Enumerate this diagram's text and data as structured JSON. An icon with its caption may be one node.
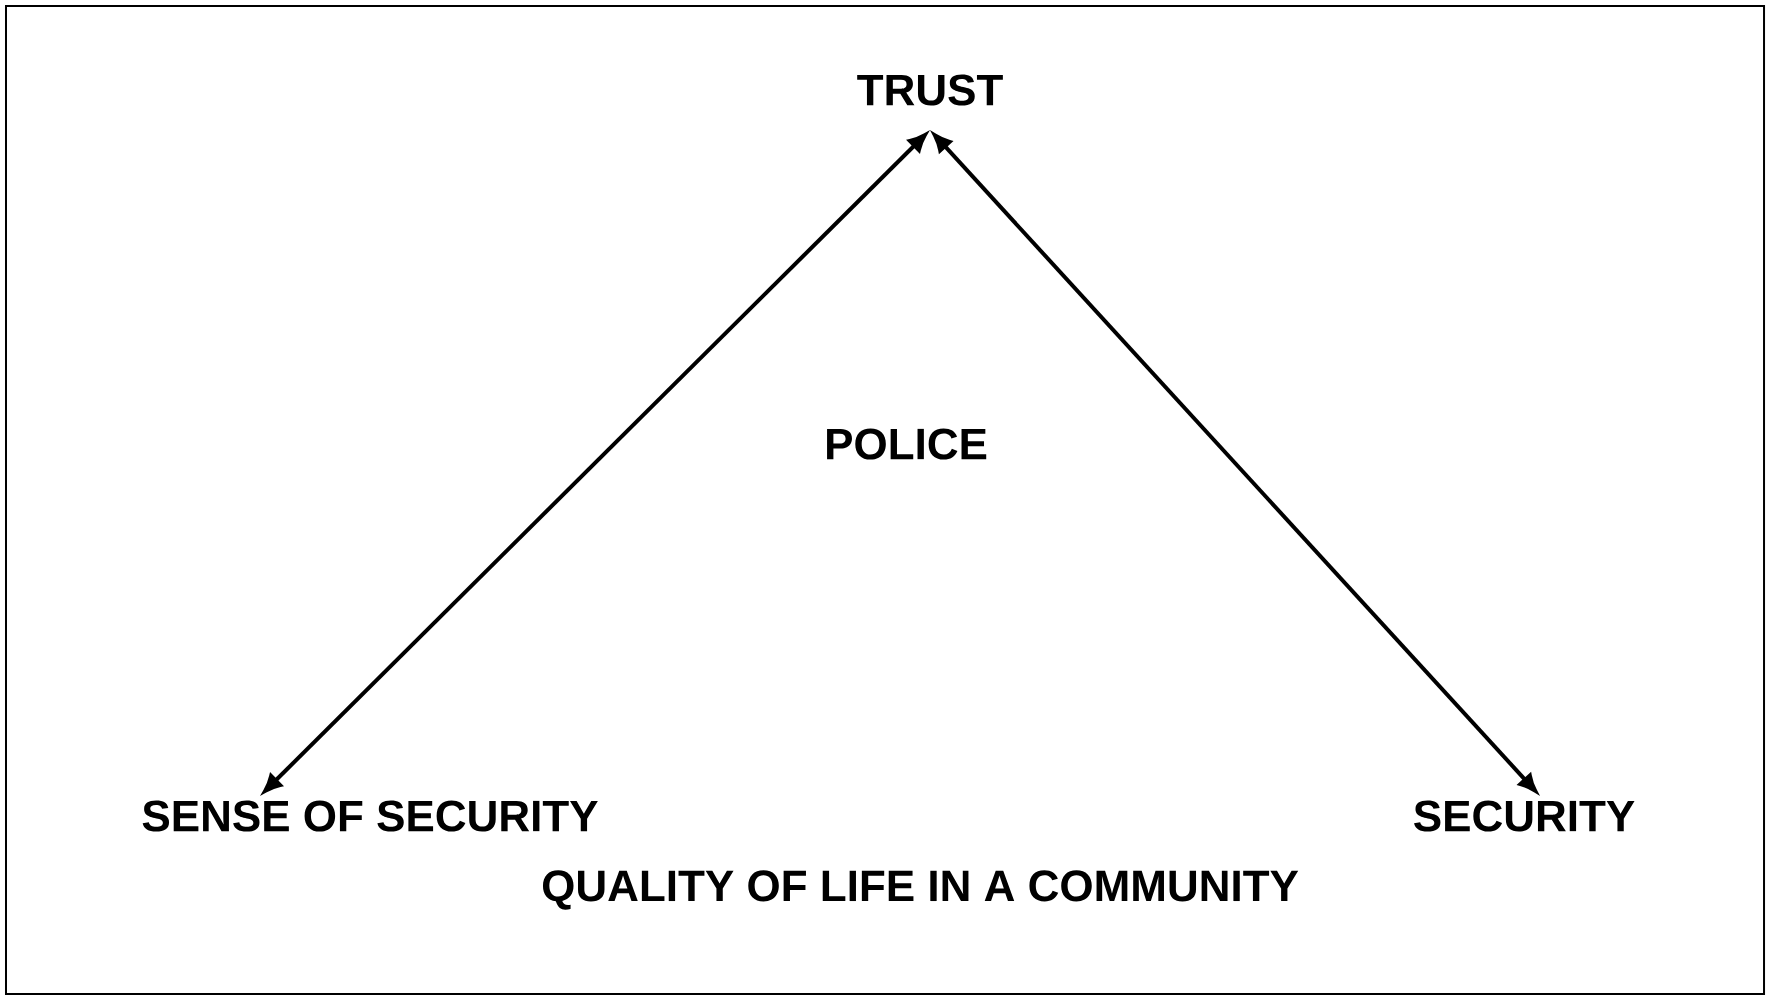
{
  "diagram": {
    "nodes": [
      {
        "text": [
          "TRUST"
        ]
      },
      {
        "text": [
          "POLICE"
        ]
      },
      {
        "text": [
          "SENSE OF SECURITY"
        ]
      },
      {
        "text": [
          "SECURITY"
        ]
      },
      {
        "text": [
          "QUALITY OF LIFE IN A COMMUNITY"
        ]
      }
    ],
    "edges": [
      {
        "from": 2,
        "to": 0,
        "arrow": "both"
      },
      {
        "from": 3,
        "to": 0,
        "arrow": "both"
      }
    ]
  }
}
